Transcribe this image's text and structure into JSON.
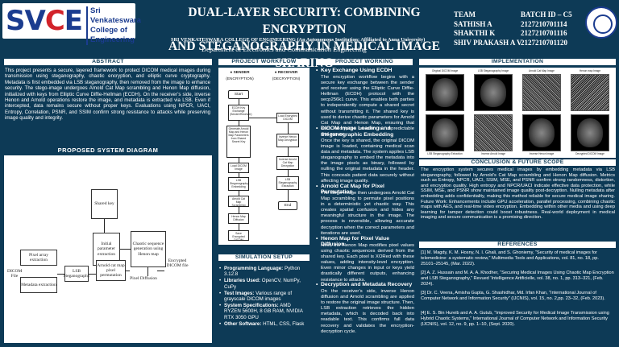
{
  "header": {
    "logo_text": "SVCE",
    "logo_sub": [
      "Sri Venkateswara",
      "College of",
      "Engineering"
    ],
    "title_line1": "DUAL-LAYER SECURITY: COMBINING ENCRYPTION",
    "title_line2": "AND STEGANOGRAPHY IN MEDICAL IMAGE SHARING",
    "college": "SRI VENKATESWARA COLLEGE OF ENGINEERING (An Autonomous Institution; Affiliated to  Anna University)",
    "department": "Department of Electronics and Communication Engineering",
    "team_label": "TEAM",
    "batch_label": "BATCH ID – C5",
    "members": [
      {
        "name": "SATHISH A",
        "id": "2127210701114"
      },
      {
        "name": "SHAKTHI K",
        "id": "2127210701116"
      },
      {
        "name": "SHIV PRAKASH A V",
        "id": "2127210701120"
      }
    ]
  },
  "abstract": {
    "heading": "ABSTRACT",
    "text": "This project presents a secure, layered framework to protect DICOM medical images during transmission using steganography, chaotic encryption, and elliptic curve cryptography. Metadata is first embedded via LSB steganography, then removed from the image to enhance security. The stego-image undergoes Arnold Cat Map scrambling and Henon Map diffusion, initialized with keys from Elliptic Curve Diffie-Hellman (ECDH). On the receiver’s side, inverse Henon and Arnold operations restore the image, and metadata is extracted via LSB. Even if intercepted, data remains secure without proper keys. Evaluations using NPCR, UACI, Entropy, Correlation, PSNR, and SSIM confirm strong resistance to attacks while preserving image quality and integrity."
  },
  "system_diagram": {
    "heading": "PROPOSED SYSTEM DIAGRAM",
    "boxes": {
      "shared_key": "Shared key",
      "initial_params": "Initial parameter extraction",
      "chaotic_seq": "Chaotic sequence generation using Henon map",
      "dicom": "DICOM File",
      "pixel_array": "Pixel array extraction",
      "metadata": "Metadata extraction",
      "lsb": "LSB Steganography",
      "arnold": "Arnold cat map pixel permutation",
      "diffusion": "Pixel Diffusion",
      "encrypted": "Encrypted DICOM file"
    }
  },
  "workflow": {
    "heading": "PROJECT WORKFLOW",
    "sender": "SENDER",
    "sender_sub": "(ENCRYPTION)",
    "receiver": "RECEIVER",
    "receiver_sub": "(DECRYPTION)",
    "start": "Start",
    "end": "End",
    "sender_steps": [
      "ECDH Key Exchange (Sender/Receiver)",
      "Generate Arnold Map and Henon Map Parameters from Shared Secret Key",
      "Load DICOM Image",
      "LSB Steganography Embedding",
      "Arnold Cat Map Scrambling",
      "Henon Map Diffusion",
      "Save Encrypted DICOM"
    ],
    "receiver_steps": [
      "Load Encrypted DICOM",
      "Inverse Henon Map Decryption",
      "Inverse Arnold Cat Map Decryption",
      "LSB Steganography Extraction"
    ]
  },
  "setup": {
    "heading": "SIMULATION SETUP",
    "items": [
      {
        "label": "Programming Language:",
        "value": " Python 3.12.8"
      },
      {
        "label": "Libraries Used:",
        "value": " OpenCV, NumPy, CuPy"
      },
      {
        "label": "Test Images:",
        "value": " Various range of grayscale DICOM images"
      },
      {
        "label": "System Specifications:",
        "value": " AMD RYZEN 5600H, 8 GB RAM, NVIDIA RTX 3050 GPU"
      },
      {
        "label": "Other Software:",
        "value": " HTML, CSS, Flask"
      }
    ]
  },
  "working": {
    "heading": "PROJECT WORKING",
    "sections": [
      {
        "title": "Key Exchange Using ECDH",
        "text": "The encryption workflow begins with a secure key exchange between the sender and receiver using the Elliptic Curve Diffie-Hellman (ECDH) protocol with the secp256k1 curve. This enables both parties to independently compute a shared secret without transmitting it. The shared key is used to derive chaotic parameters for Arnold Cat Map and Henon Map, ensuring that each encryption session is unpredictable and secure."
      },
      {
        "title": "DICOM Image Loading and Steganographic Embedding",
        "text": "Once the key is shared, the original DICOM image is loaded, containing medical scan data and metadata. The system applies LSB steganography to embed the metadata into the image pixels as binary, followed by nulling the original metadata in the header. This conceals patient data securely without affecting image quality."
      },
      {
        "title": "Arnold Cat Map for Pixel Permutation",
        "text": "The stego-image then undergoes Arnold Cat Map scrambling to permute pixel positions in a deterministic yet chaotic way. This creates spatial confusion and hides any meaningful structure in the image. The process is reversible, allowing accurate decryption when the correct parameters and iterations are used."
      },
      {
        "title": "Henon Map for Pixel Value Diffusion",
        "text": "Next, the Henon Map modifies pixel values using chaotic sequences derived from the shared key. Each pixel is XORed with these values, adding intensity-level encryption. Even minor changes in input or keys yield drastically different outputs, enhancing resistance to attacks."
      },
      {
        "title": "Decryption and Metadata Recovery",
        "text": "On the receiver’s side, inverse Henon diffusion and Arnold scrambling are applied to restore the original image structure. Then, LSB extraction retrieves the hidden metadata, which is decoded back into readable text. This confirms full data recovery and validates the encryption-decryption cycle."
      }
    ]
  },
  "implementation": {
    "heading": "IMPLEMENTATION",
    "captions": [
      "Original DICOM Image",
      "LSB Steganography Image",
      "Arnold Cat Map Image",
      "Henon map Image",
      "LSB Steganography Extraction",
      "Inverse Arnold Image",
      "Inverse Henon Image",
      "Decrypted DICOM Image"
    ]
  },
  "conclusion": {
    "heading": "CONCLUSION & FUTURE SCOPE",
    "text": "The encryption system secures medical images by embedding metadata via LSB steganography, followed by Arnold’s Cat Map scrambling and Henon Map diffusion. Metrics such as Entropy, NPCR, UACI, SSIM, MSE, and PSNR confirm strong randomness, distortion, and encryption quality. High entropy and NPCR/UACI indicate effective data protection, while SSIM, MSE, and PSNR show maintained image quality post-decryption. Nulling metadata after embedding adds confidentiality, making this method reliable for secure medical image sharing. Future Work: Enhancements include GPU acceleration, parallel processing, combining chaotic maps with AES, and real-time video encryption. Embedding within other media and using deep learning for tamper detection could boost robustness. Real-world deployment in medical imaging and secure communication is a promising direction."
  },
  "references": {
    "heading": "REFERENCES",
    "items": [
      "[1] M. Magdy, K. M. Hosny, N. I. Ghali, and S. Ghoniemy, “Security of medical images for telemedicine: a systematic review,” Multimedia Tools and Applications, vol. 81, no. 18, pp. 25101–25145, (Mar. 2022).",
      "[2] A. Z. Hussain and M. A. A. Khodher, “Securing Medical Images Using Chaotic Map Encryption and LSB Steganography,” Revued ‘Intelligence Artificielle, vol. 38, no. 1, pp. 313–321, (Feb. 2024).",
      "[3] Dr. C. Veena, Amisha Gupta, G. Shashidhar, Md. Irfan Khan, “International Journal of Computer Network and Information Security” (IJCNIS), vol. 15, no. 2,pp. 23–32, (Feb. 2023).",
      "[4] E. S. Bin Hureib and A. A. Gutub, “Improved Security for Medical Image Transmission using Hybrid Chaotic Systems,” International Journal of Computer Network and Information Security (IJCNIS), vol. 12, no. 9, pp. 1–10, (Sept. 2020)."
    ]
  }
}
